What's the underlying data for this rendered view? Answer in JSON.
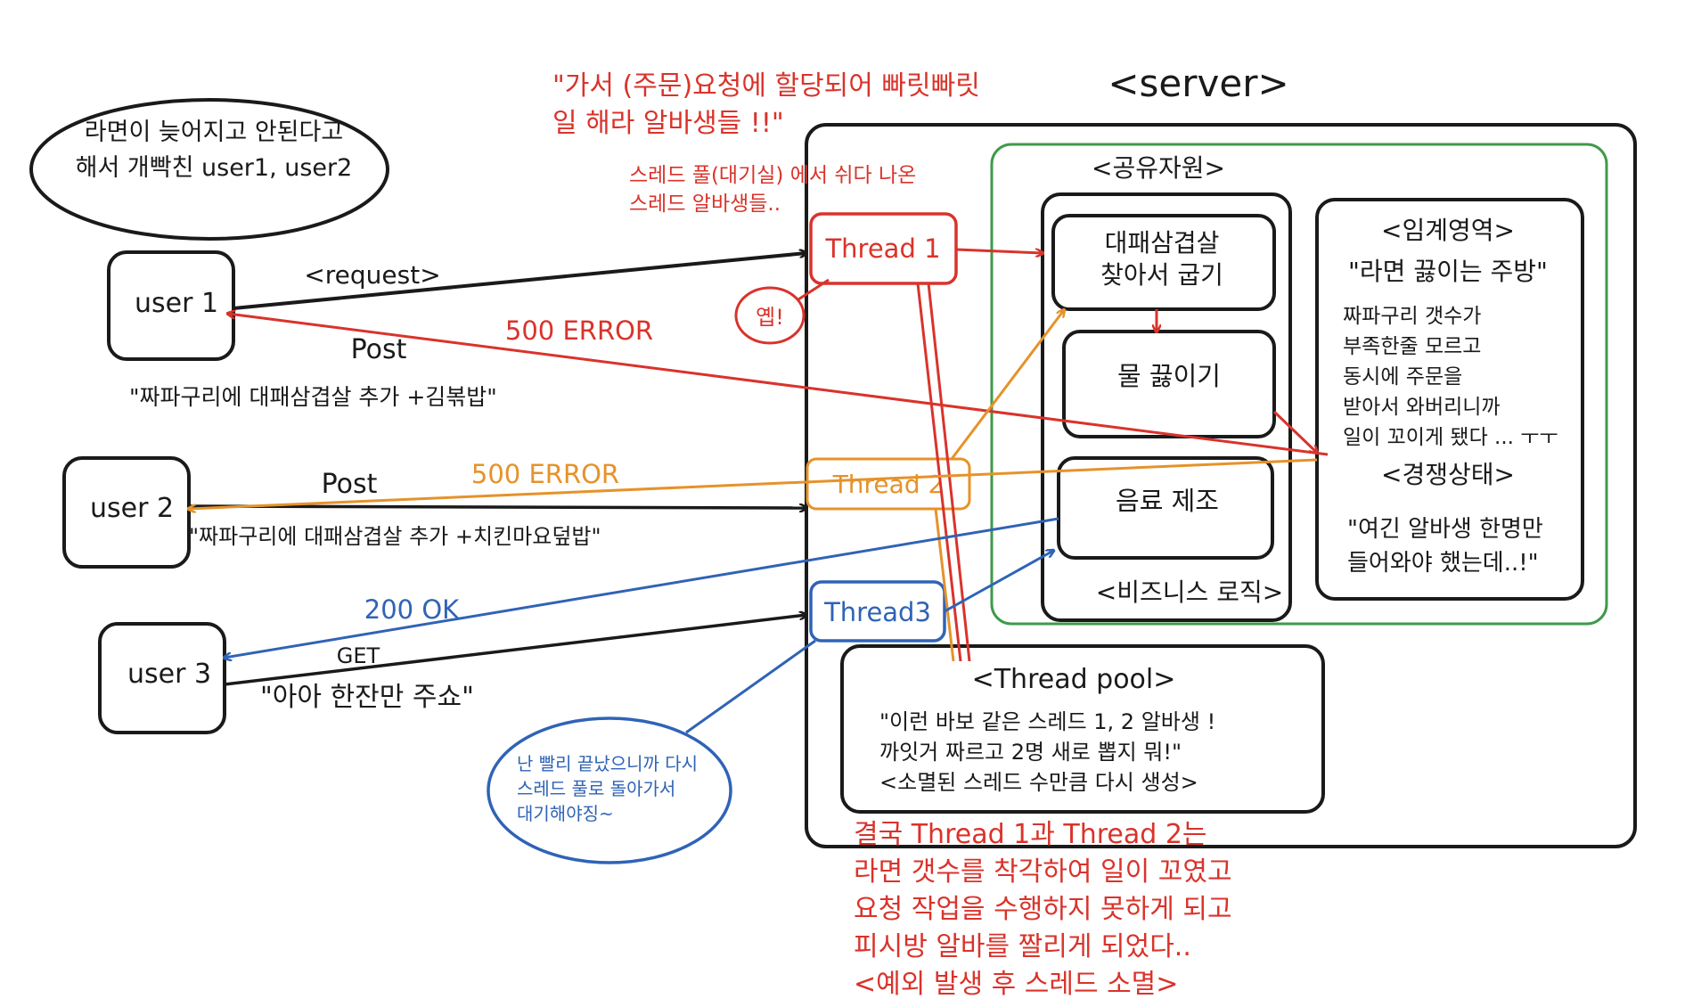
{
  "colors": {
    "ink": "#1a1a1a",
    "red": "#d9332b",
    "orange": "#e6922a",
    "blue": "#2f63b6",
    "green": "#3e9a4a"
  },
  "server": {
    "title": "<server>",
    "shared_title": "<공유자원>",
    "business_label": "<비즈니스 로직>",
    "tasks": [
      "대패삼겹살",
      "찾아서 굽기",
      "물 끓이기",
      "음료 제조"
    ],
    "critical": {
      "title": "<임계영역>",
      "subtitle": "\"라면 끓이는 주방\"",
      "desc": [
        "짜파구리 갯수가",
        "부족한줄 모르고",
        "동시에 주문을",
        "받아서 와버리니까",
        "일이 꼬이게 됐다 ... ㅜㅜ"
      ],
      "race_title": "<경쟁상태>",
      "race_quote": [
        "\"여긴 알바생 한명만",
        "들어와야 했는데..!\""
      ]
    },
    "pool": {
      "title": "<Thread pool>",
      "lines": [
        "\"이런 바보 같은 스레드 1, 2 알바생 !",
        "까잇거 짜르고 2명 새로 뽑지 뭐!\"",
        "<소멸된 스레드 수만큼 다시 생성>"
      ]
    },
    "threads": [
      "Thread 1",
      "Thread 2",
      "Thread3"
    ]
  },
  "top_note": [
    "\"가서 (주문)요청에 할당되어 빠릿빠릿",
    "일 해라 알바생들 !!\""
  ],
  "sub_note": [
    "스레드 풀(대기실) 에서 쉬다 나온",
    "스레드 알바생들.."
  ],
  "yep": "옙!",
  "ellipse_note": [
    "라면이 늦어지고 안된다고",
    "해서 개빡친 user1, user2"
  ],
  "users": [
    {
      "name": "user 1",
      "method": "Post",
      "order": "\"짜파구리에 대패삼겹살 추가 +김볶밥\"",
      "response": "500 ERROR"
    },
    {
      "name": "user 2",
      "method": "Post",
      "order": "\"짜파구리에 대패삼겹살 추가 +치킨마요덮밥\"",
      "response": "500 ERROR"
    },
    {
      "name": "user 3",
      "method": "GET",
      "order": "\"아아 한잔만 주쇼\"",
      "response": "200 OK"
    }
  ],
  "request_label": "<request>",
  "blue_note": [
    "난 빨리 끝났으니까 다시",
    "스레드 풀로 돌아가서",
    "대기해야징~"
  ],
  "bottom_note": [
    "결국 Thread 1과 Thread 2는",
    "라면 갯수를 착각하여 일이 꼬였고",
    "요청 작업을 수행하지 못하게 되고",
    "피시방 알바를 짤리게 되었다..",
    "<예외 발생 후 스레드 소멸>"
  ]
}
